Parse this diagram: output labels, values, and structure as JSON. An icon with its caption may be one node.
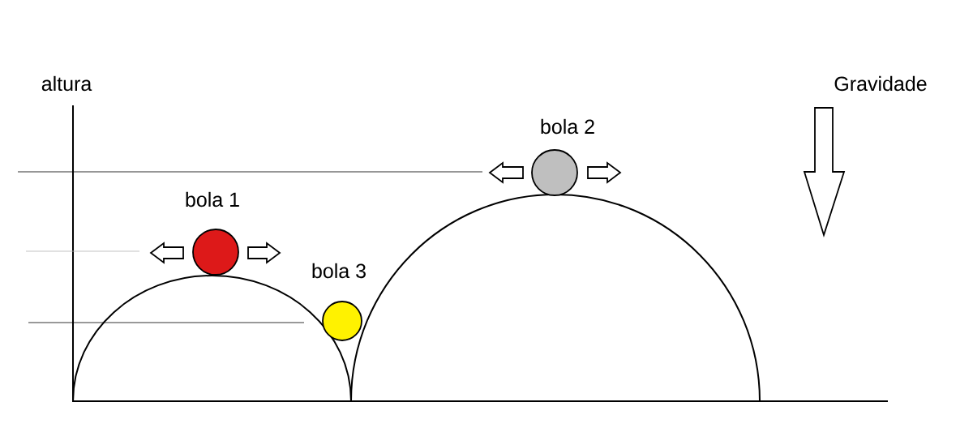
{
  "diagram": {
    "nodes": [
      {
        "text": [],
        "shape": "circle",
        "beside": [
          "bola 1"
        ]
      },
      {
        "text": [],
        "shape": "circle",
        "beside": [
          "bola 2"
        ]
      },
      {
        "text": [],
        "shape": "circle",
        "beside": [
          "bola 3"
        ]
      }
    ],
    "edges": [],
    "labels": [
      "altura",
      "Gravidade"
    ]
  }
}
